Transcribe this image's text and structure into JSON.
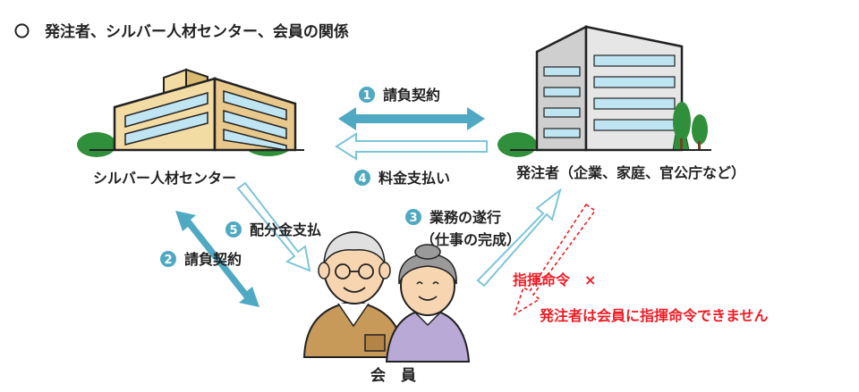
{
  "title": "〇　発注者、シルバー人材センター、会員の関係",
  "nodes": {
    "center": "シルバー人材センター",
    "client": "発注者（企業、家庭、官公庁など）",
    "members": "会　員"
  },
  "relations": [
    {
      "num": "1",
      "label": "請負契約"
    },
    {
      "num": "2",
      "label": "請負契約"
    },
    {
      "num": "3",
      "label": "業務の遂行",
      "sub": "（仕事の完成）"
    },
    {
      "num": "4",
      "label": "料金支払い"
    },
    {
      "num": "5",
      "label": "配分金支払"
    }
  ],
  "prohibition": {
    "label": "指揮命令　×",
    "note": "発注者は会員に指揮命令できません"
  },
  "colors": {
    "arrow_blue": "#4fa9c3",
    "arrow_outline": "#7ec4d9",
    "number_circle": "#4fa9c3",
    "prohibited_red": "#ee1c25",
    "tree_green": "#2f8f3a",
    "building_tan": "#f3dba4",
    "building_gray": "#d6d6d6"
  }
}
